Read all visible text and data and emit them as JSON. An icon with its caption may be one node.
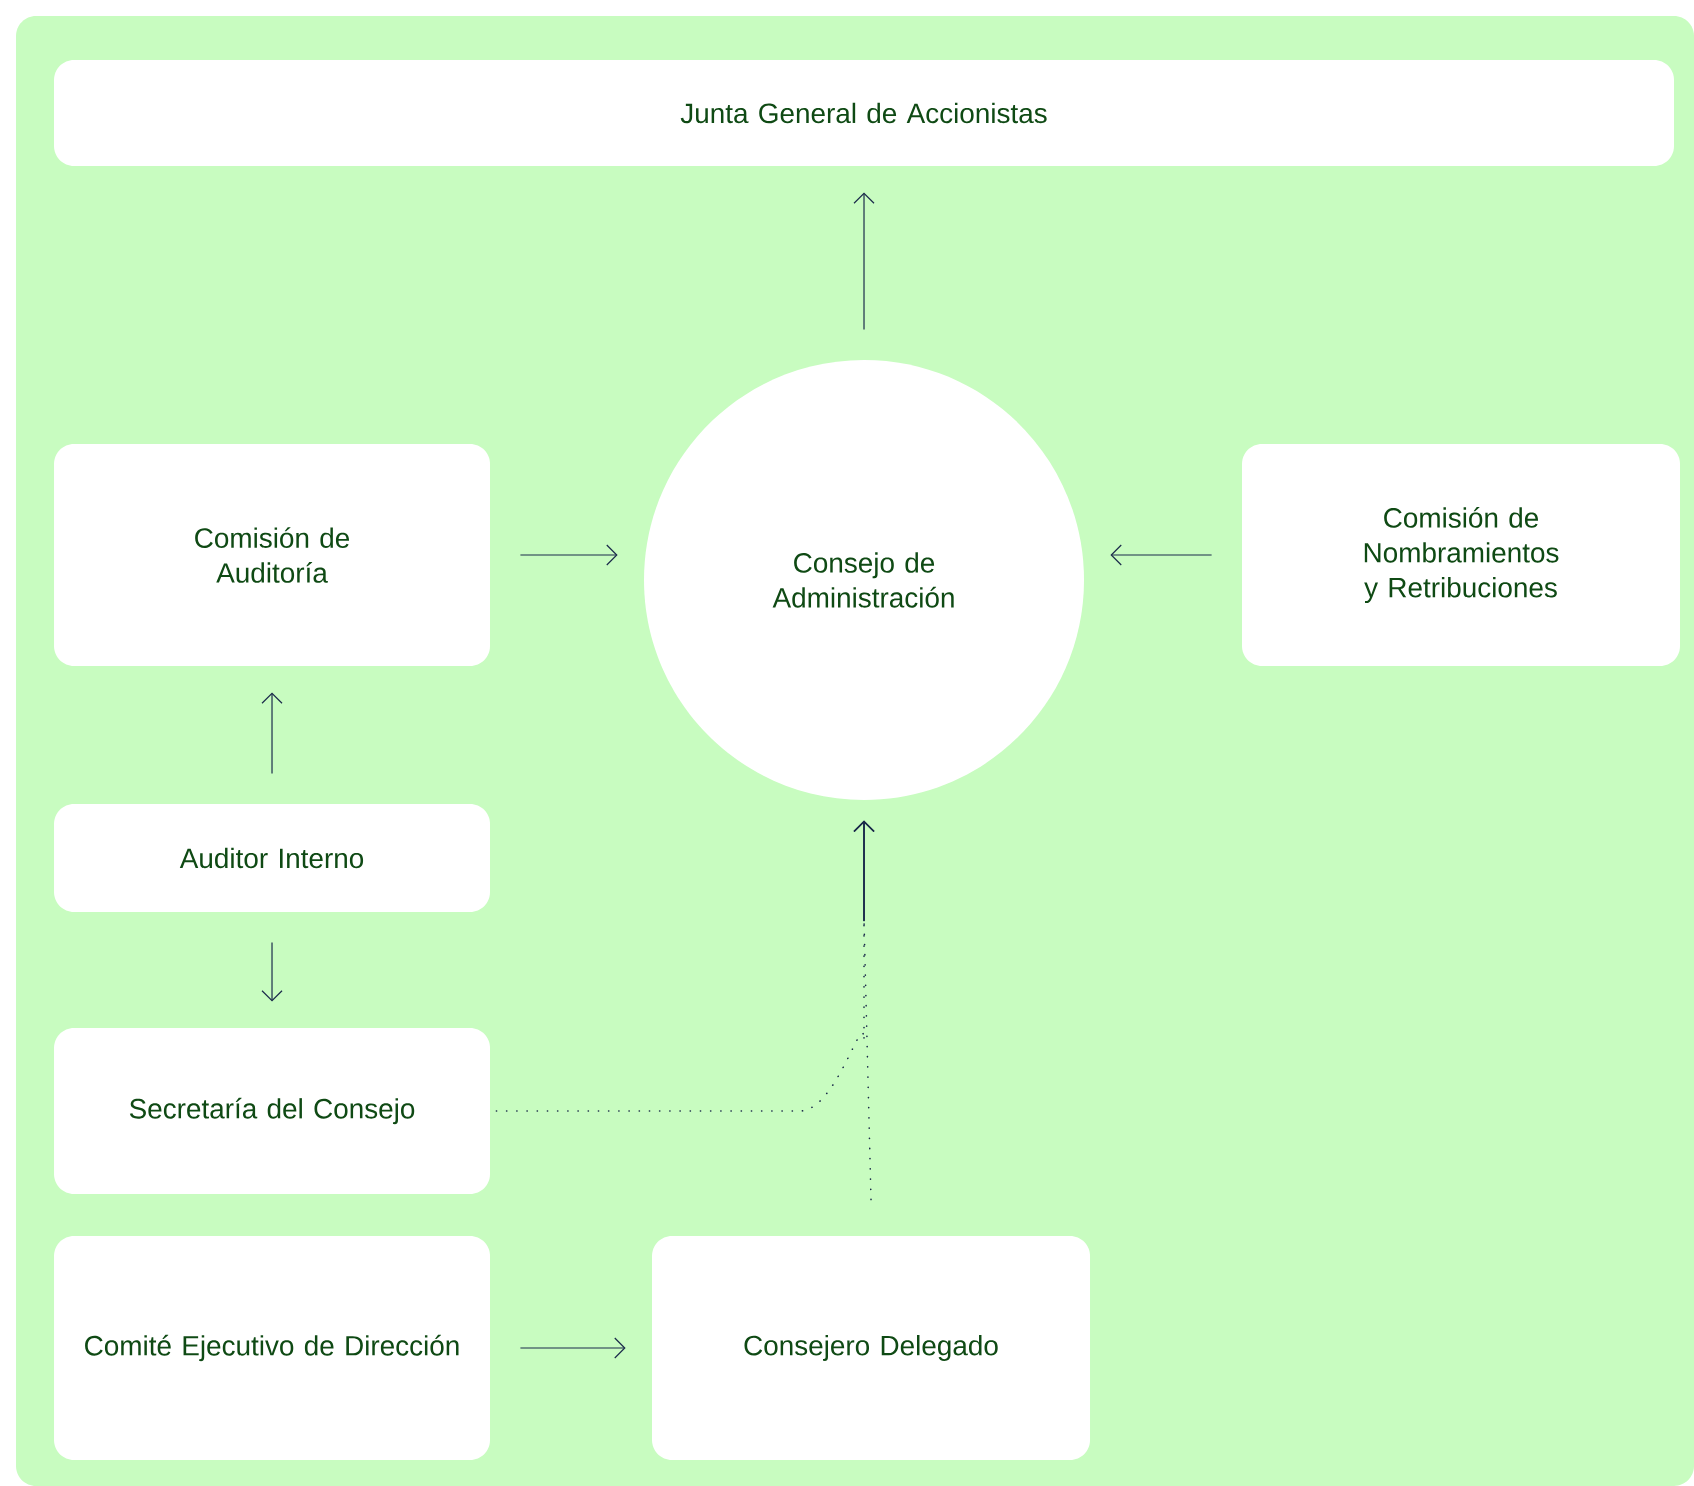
{
  "diagram": {
    "nodes": [
      {
        "text": [
          "Junta General de Accionistas"
        ]
      },
      {
        "text": [
          "Comisión de Auditoría"
        ]
      },
      {
        "text": [
          "Consejo de Administración"
        ]
      },
      {
        "text": [
          "Comisión de Nombramientos y Retribuciones"
        ]
      },
      {
        "text": [
          "Auditor Interno"
        ]
      },
      {
        "text": [
          "Secretaría del Consejo"
        ]
      },
      {
        "text": [
          "Comité Ejecutivo de Dirección"
        ]
      },
      {
        "text": [
          "Consejero Delegado"
        ]
      }
    ],
    "edges": [
      {
        "from": 2,
        "to": 0,
        "arrow": "to"
      },
      {
        "from": 1,
        "to": 2,
        "arrow": "to"
      },
      {
        "from": 3,
        "to": 2,
        "arrow": "to"
      },
      {
        "from": 4,
        "to": 1,
        "arrow": "to"
      },
      {
        "from": 4,
        "to": 5,
        "arrow": "to"
      },
      {
        "from": 6,
        "to": 7,
        "arrow": "to"
      },
      {
        "from": 7,
        "to": 2,
        "arrow": "to",
        "style": "dashed"
      },
      {
        "from": 5,
        "to": 2,
        "arrow": "to",
        "style": "dashed"
      }
    ]
  }
}
